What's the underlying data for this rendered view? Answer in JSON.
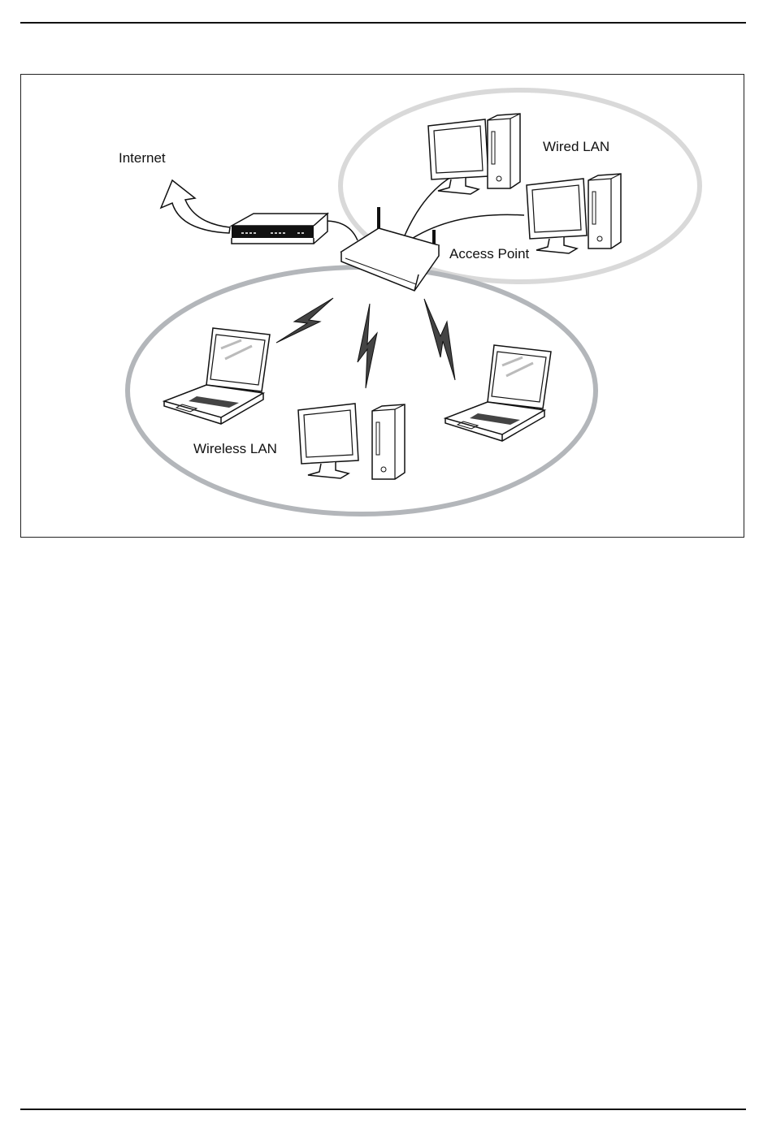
{
  "diagram": {
    "labels": {
      "internet": "Internet",
      "wired_lan": "Wired LAN",
      "access_point": "Access Point",
      "wireless_lan": "Wireless LAN"
    },
    "colors": {
      "wired_ring": "#d9d9d9",
      "wireless_ring": "#b3b6ba",
      "line": "#111111"
    }
  }
}
